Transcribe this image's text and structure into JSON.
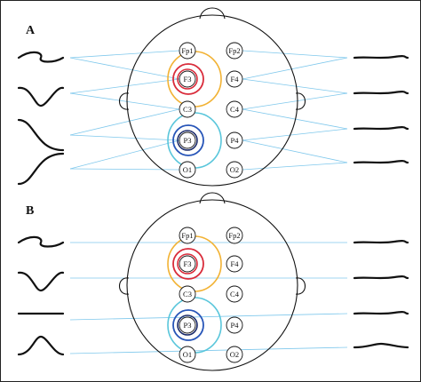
{
  "panels": [
    {
      "id": "A",
      "label": "A",
      "mode": "crossed"
    },
    {
      "id": "B",
      "label": "B",
      "mode": "parallel"
    }
  ],
  "electrodes": [
    {
      "id": "fp1",
      "label": "Fp1",
      "row": 0,
      "side": "left"
    },
    {
      "id": "fp2",
      "label": "Fp2",
      "row": 0,
      "side": "right"
    },
    {
      "id": "f3",
      "label": "F3",
      "row": 1,
      "side": "left"
    },
    {
      "id": "f4",
      "label": "F4",
      "row": 1,
      "side": "right"
    },
    {
      "id": "c3",
      "label": "C3",
      "row": 2,
      "side": "left"
    },
    {
      "id": "c4",
      "label": "C4",
      "row": 2,
      "side": "right"
    },
    {
      "id": "p3",
      "label": "P3",
      "row": 3,
      "side": "left"
    },
    {
      "id": "p4",
      "label": "P4",
      "row": 3,
      "side": "right"
    },
    {
      "id": "o1",
      "label": "O1",
      "row": 4,
      "side": "left"
    },
    {
      "id": "o2",
      "label": "O2",
      "row": 4,
      "side": "right"
    }
  ],
  "colors": {
    "source_frontal_outer": "#f2b233",
    "source_frontal_inner": "#d92b3a",
    "source_parietal_outer": "#59c6db",
    "source_parietal_inner": "#2755b8",
    "montage_lines": "#7fc8ec",
    "outline": "#111111"
  }
}
